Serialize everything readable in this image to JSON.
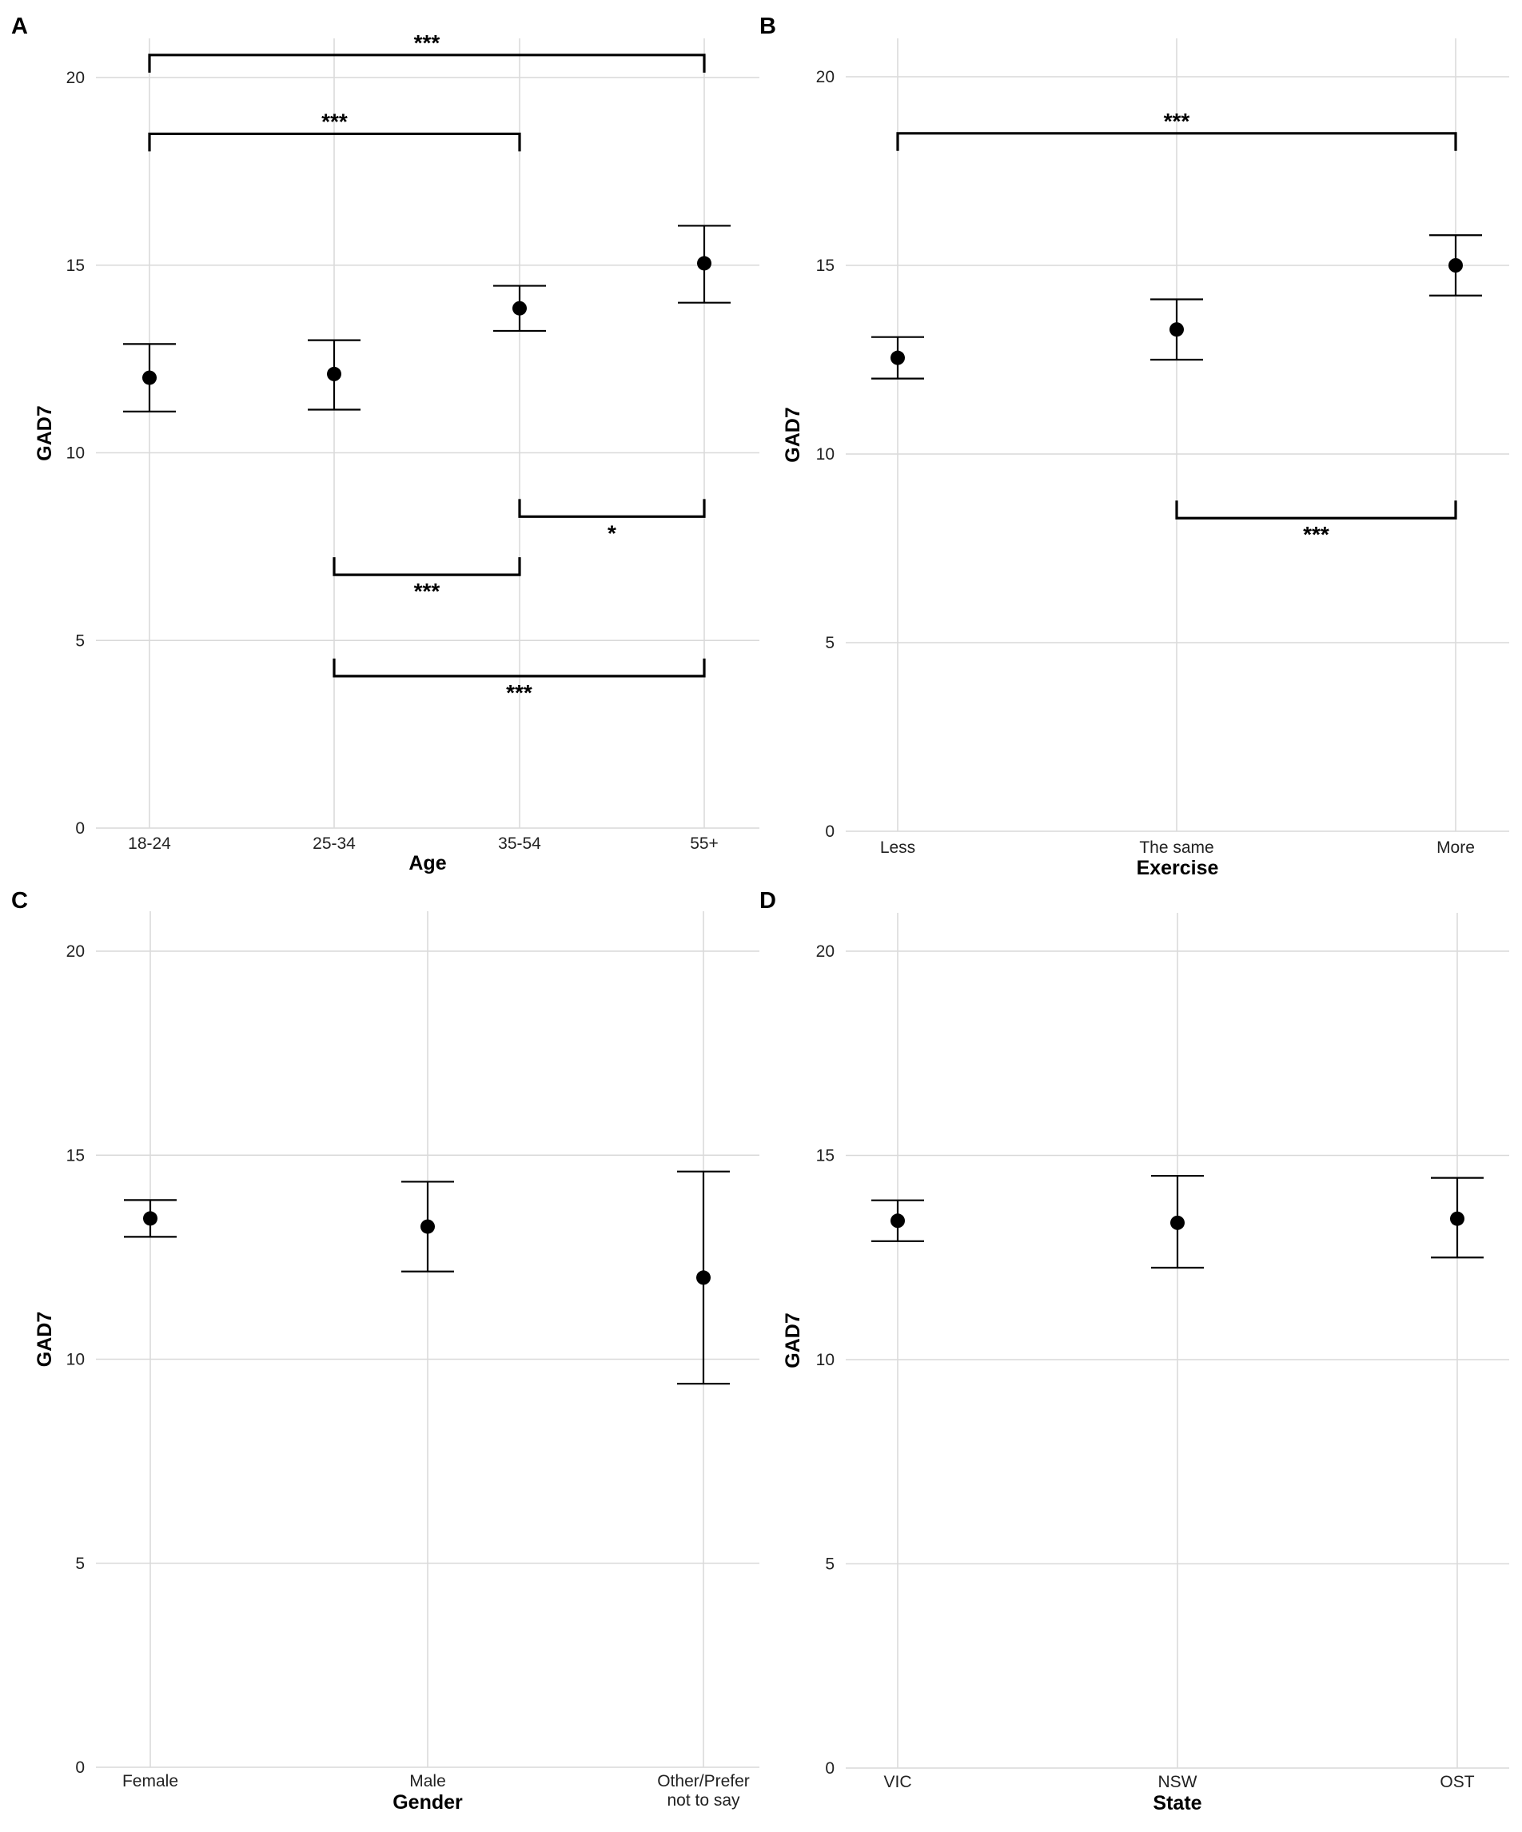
{
  "chart_data": [
    {
      "panel_label": "A",
      "type": "scatter",
      "xlabel": "Age",
      "ylabel": "GAD7",
      "categories": [
        "18-24",
        "25-34",
        "35-54",
        "55+"
      ],
      "values": [
        12.0,
        12.1,
        13.85,
        15.05
      ],
      "error_low": [
        11.1,
        11.15,
        13.25,
        14.0
      ],
      "error_high": [
        12.9,
        13.0,
        14.45,
        16.05
      ],
      "ylim": [
        0,
        21
      ],
      "yticks": [
        0,
        5,
        10,
        15,
        20
      ],
      "grid": true,
      "comparisons": [
        {
          "from": "18-24",
          "to": "55+",
          "y": 20.6,
          "direction": "down",
          "label": "***"
        },
        {
          "from": "18-24",
          "to": "35-54",
          "y": 18.5,
          "direction": "down",
          "label": "***"
        },
        {
          "from": "35-54",
          "to": "55+",
          "y": 8.3,
          "direction": "up",
          "label": "*"
        },
        {
          "from": "25-34",
          "to": "35-54",
          "y": 6.75,
          "direction": "up",
          "label": "***"
        },
        {
          "from": "25-34",
          "to": "55+",
          "y": 4.05,
          "direction": "up",
          "label": "***"
        }
      ]
    },
    {
      "panel_label": "B",
      "type": "scatter",
      "xlabel": "Exercise",
      "ylabel": "GAD7",
      "categories": [
        "Less",
        "The same",
        "More"
      ],
      "values": [
        12.55,
        13.3,
        15.0
      ],
      "error_low": [
        12.0,
        12.5,
        14.2
      ],
      "error_high": [
        13.1,
        14.1,
        15.8
      ],
      "ylim": [
        0,
        21
      ],
      "yticks": [
        0,
        5,
        10,
        15,
        20
      ],
      "grid": true,
      "comparisons": [
        {
          "from": "Less",
          "to": "More",
          "y": 18.5,
          "direction": "down",
          "label": "***"
        },
        {
          "from": "The same",
          "to": "More",
          "y": 8.3,
          "direction": "up",
          "label": "***"
        }
      ]
    },
    {
      "panel_label": "C",
      "type": "scatter",
      "xlabel": "Gender",
      "ylabel": "GAD7",
      "categories": [
        "Female",
        "Male",
        "Other/Prefer not to say"
      ],
      "category_lines": [
        [
          "Female"
        ],
        [
          "Male"
        ],
        [
          "Other/Prefer",
          "not to say"
        ]
      ],
      "values": [
        13.45,
        13.25,
        12.0
      ],
      "error_low": [
        13.0,
        12.15,
        9.4
      ],
      "error_high": [
        13.9,
        14.35,
        14.6
      ],
      "ylim": [
        0,
        21
      ],
      "yticks": [
        0,
        5,
        10,
        15,
        20
      ],
      "grid": true,
      "comparisons": []
    },
    {
      "panel_label": "D",
      "type": "scatter",
      "xlabel": "State",
      "ylabel": "GAD7",
      "categories": [
        "VIC",
        "NSW",
        "OST"
      ],
      "values": [
        13.4,
        13.35,
        13.45
      ],
      "error_low": [
        12.9,
        12.25,
        12.5
      ],
      "error_high": [
        13.9,
        14.5,
        14.45
      ],
      "ylim": [
        0,
        21
      ],
      "yticks": [
        0,
        5,
        10,
        15,
        20
      ],
      "grid": true,
      "comparisons": []
    }
  ],
  "colors": {
    "grid": "#d9d9d9",
    "ink": "#000000",
    "tick_text": "#222222"
  }
}
